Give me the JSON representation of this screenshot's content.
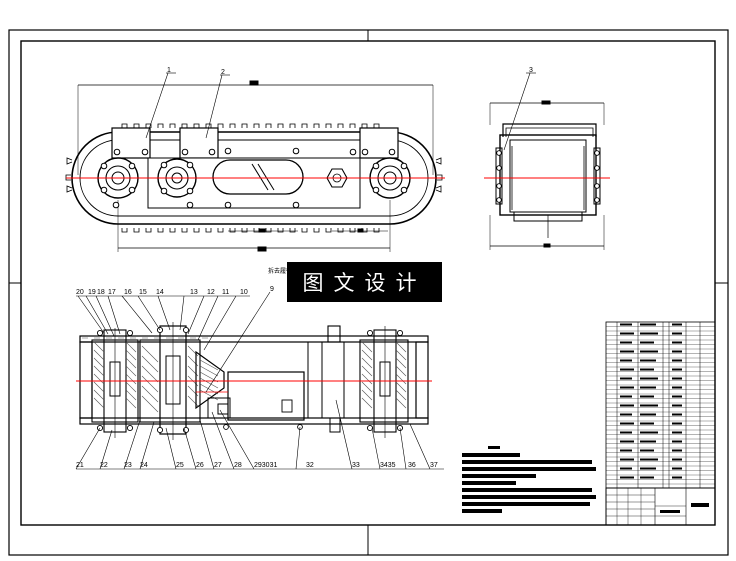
{
  "watermark": {
    "text": "图文设计"
  },
  "caption": {
    "text": "拆去履带"
  },
  "callouts": {
    "top": [
      "1",
      "2",
      "3"
    ],
    "section_top": [
      "20",
      "19",
      "18",
      "17",
      "16",
      "15",
      "14",
      "13",
      "12",
      "11",
      "10",
      "9"
    ],
    "section_bottom": [
      "21",
      "22",
      "23",
      "24",
      "25",
      "26",
      "27",
      "28",
      "293031",
      "32",
      "33",
      "3435",
      "36",
      "37"
    ]
  },
  "colors": {
    "line": "#000000",
    "centerline": "#ff0000",
    "hatch": "#555555"
  }
}
